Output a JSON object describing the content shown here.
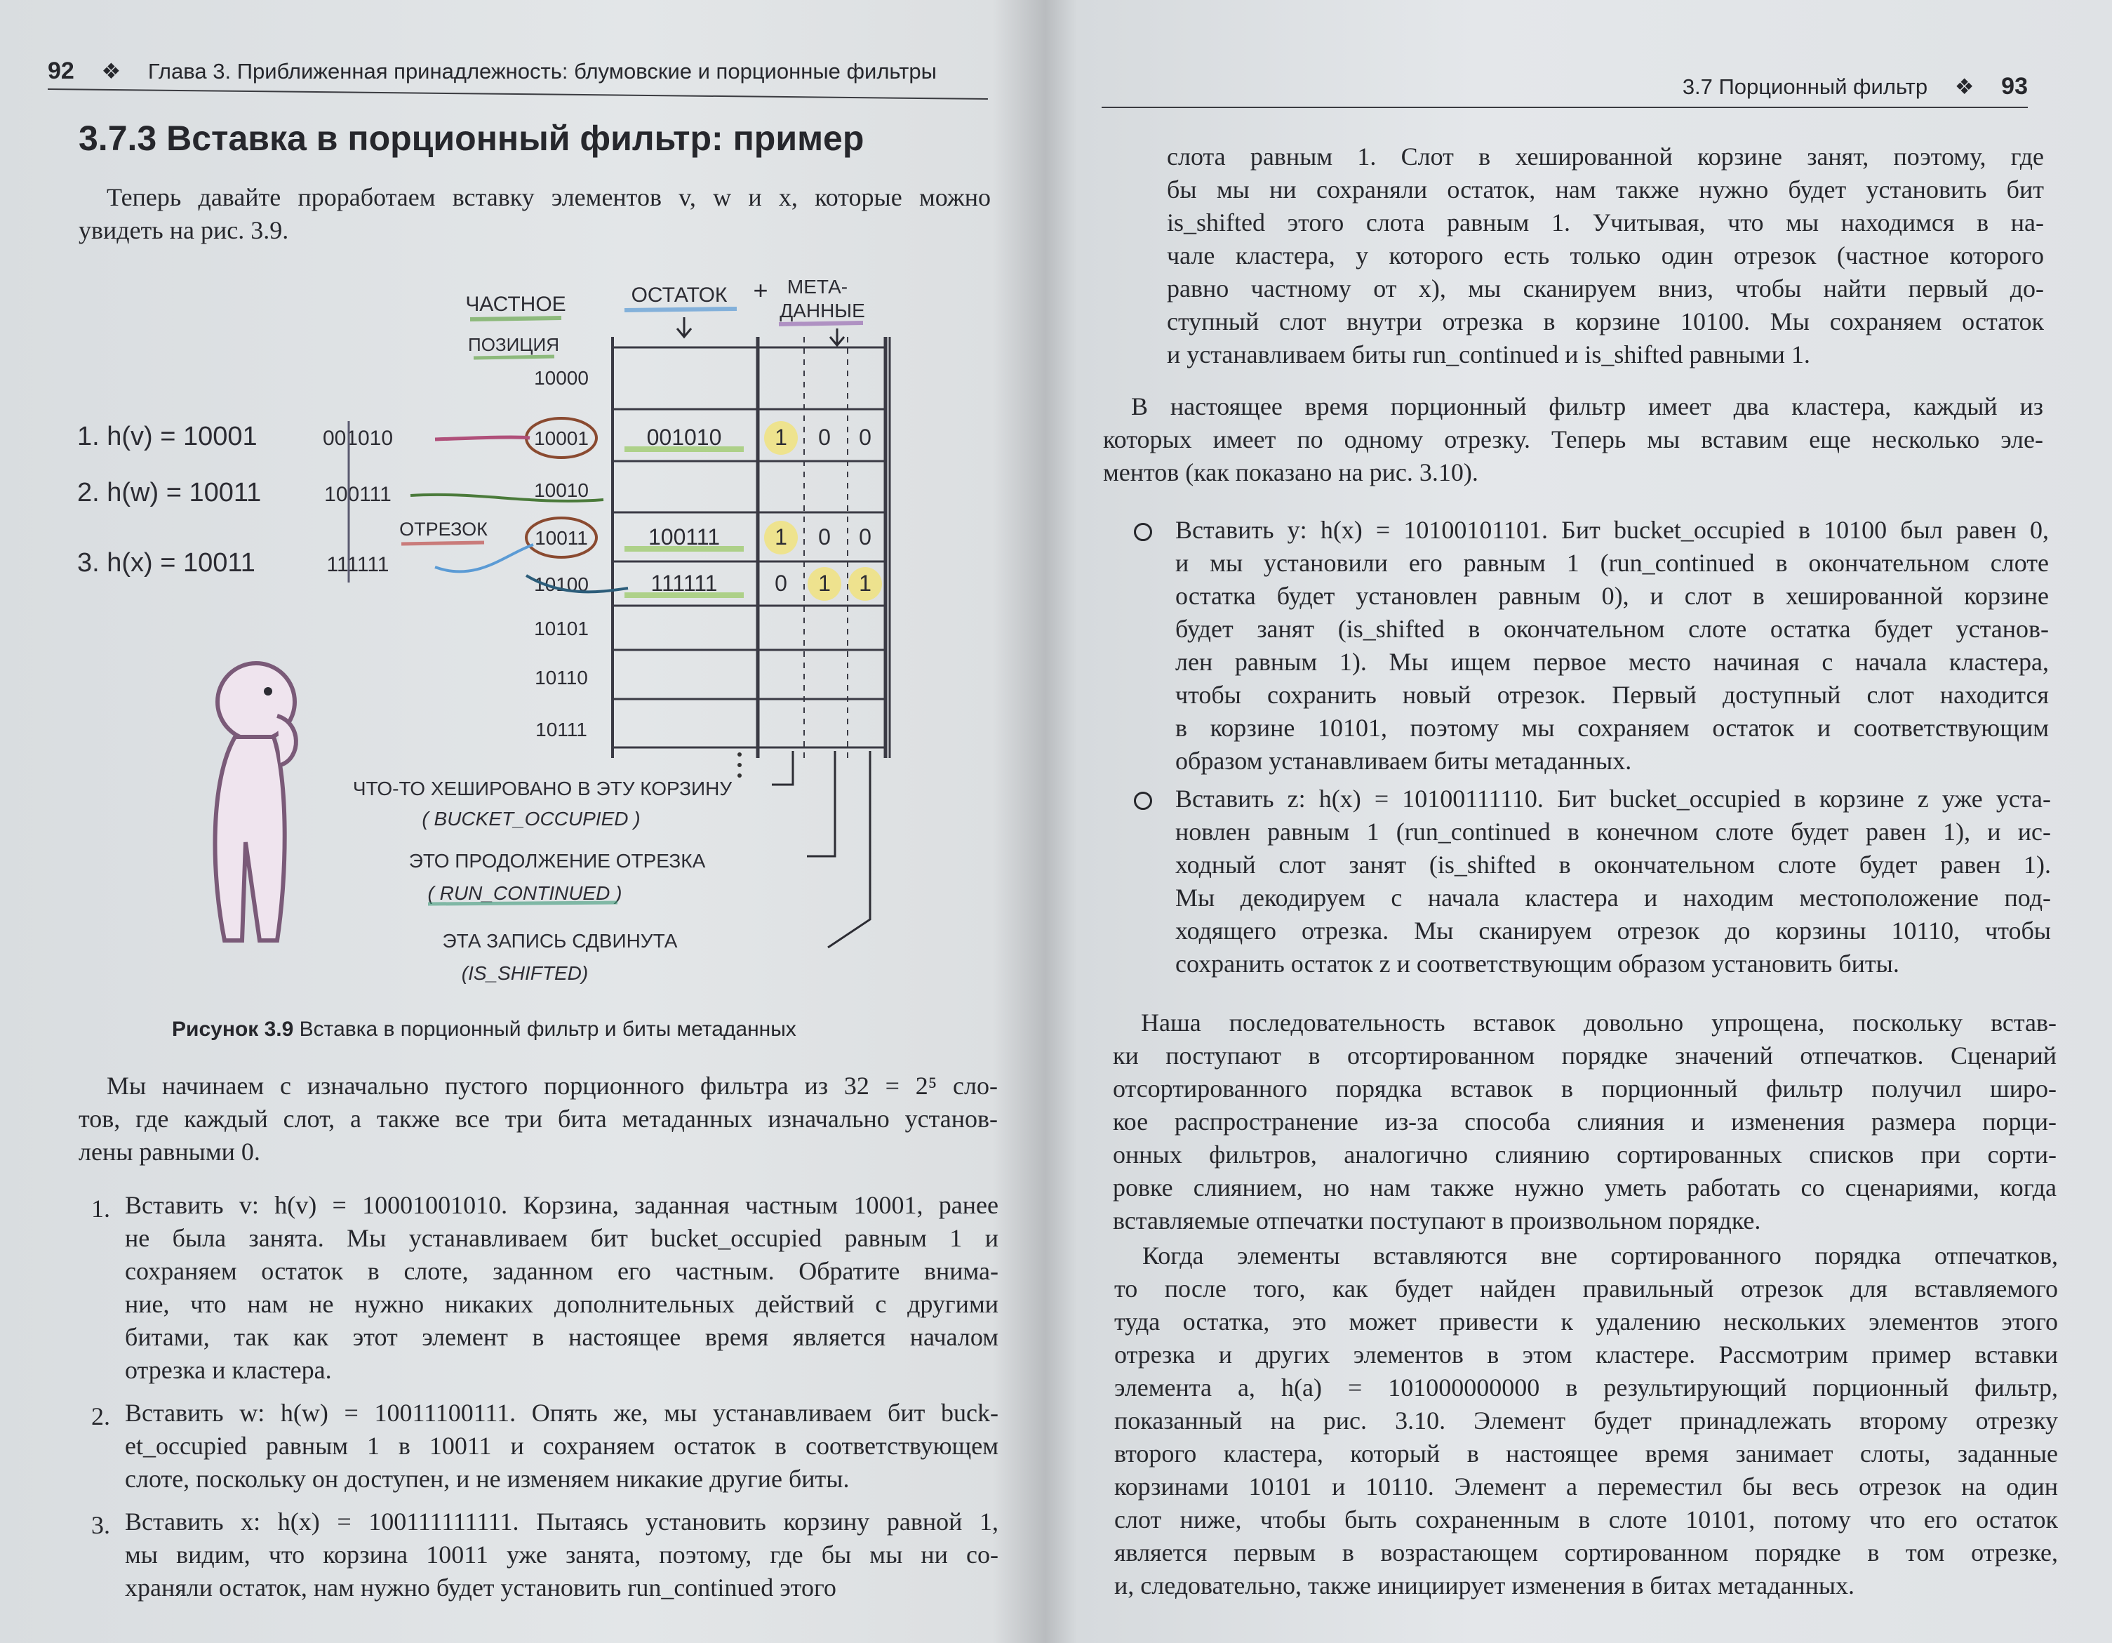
{
  "left_page": {
    "page_number": "92",
    "header_ornament": "❖",
    "header_title": "Глава 3. Приближенная принадлежность: блумовские и порционные фильтры",
    "section_heading": "3.7.3 Вставка в порционный фильтр: пример",
    "intro": [
      "Теперь давайте проработаем вставку элементов v, w и x, которые можно",
      "увидеть на рис. 3.9."
    ],
    "figure": {
      "col_quotient": "ЧАСТНОЕ",
      "col_position": "ПОЗИЦИЯ",
      "col_remainder": "ОСТАТОК",
      "plus": "+",
      "col_meta_1": "МЕТА-",
      "col_meta_2": "ДАННЫЕ",
      "slots": [
        "10000",
        "10001",
        "10010",
        "10011",
        "10100",
        "10101",
        "10110",
        "10111"
      ],
      "equations": [
        {
          "label": "1. h(v) = 10001",
          "remainder": "001010"
        },
        {
          "label": "2. h(w) = 10011",
          "remainder": "100111"
        },
        {
          "label": "3. h(x) = 10011",
          "remainder": "111111"
        }
      ],
      "run_label": "ОТРЕЗОК",
      "stored_remainders": [
        "001010",
        "100111",
        "111111"
      ],
      "meta_rows": [
        [
          "1",
          "0",
          "0"
        ],
        [
          "1",
          "0",
          "0"
        ],
        [
          "0",
          "1",
          "1"
        ]
      ],
      "note_1": "ЧТО-ТО ХЕШИРОВАНО В ЭТУ КОРЗИНУ",
      "note_1_code": "( BUCKET_OCCUPIED )",
      "note_2": "ЭТО ПРОДОЛЖЕНИЕ ОТРЕЗКА",
      "note_2_code": "( RUN_CONTINUED )",
      "note_3": "ЭТА ЗАПИСЬ СДВИНУТА",
      "note_3_code": "(IS_SHIFTED)"
    },
    "caption_label": "Рисунок 3.9",
    "caption_text": "Вставка в порционный фильтр и биты метаданных",
    "para1": [
      "Мы начинаем с изначально пустого порционного фильтра из 32 = 2⁵ сло-",
      "тов, где каждый слот, а также все три бита метаданных изначально установ-",
      "лены равными 0."
    ],
    "list": [
      {
        "marker": "1.",
        "lines": [
          "Вставить v: h(v) = 10001001010. Корзина, заданная частным 10001, ранее",
          "не была занята. Мы устанавливаем бит bucket_occupied равным 1 и",
          "сохраняем остаток в слоте, заданном его частным. Обратите внима-",
          "ние, что нам не нужно никаких дополнительных действий с другими",
          "битами, так как этот элемент в настоящее время является началом",
          "отрезка и кластера."
        ]
      },
      {
        "marker": "2.",
        "lines": [
          "Вставить w: h(w) = 10011100111. Опять же, мы устанавливаем бит buck-",
          "et_occupied равным 1 в 10011 и сохраняем остаток в соответствующем",
          "слоте, поскольку он доступен, и не изменяем никакие другие биты."
        ]
      },
      {
        "marker": "3.",
        "lines": [
          "Вставить x: h(x) = 100111111111. Пытаясь установить корзину равной 1,",
          "мы видим, что корзина 10011 уже занята, поэтому, где бы мы ни со-",
          "храняли остаток, нам нужно будет установить run_continued этого"
        ]
      }
    ]
  },
  "right_page": {
    "header_title": "3.7 Порционный фильтр",
    "header_ornament": "❖",
    "page_number": "93",
    "continuation": [
      "слота равным 1. Слот в хешированной корзине занят, поэтому, где",
      "бы мы ни сохраняли остаток, нам также нужно будет установить бит",
      "is_shifted этого слота равным 1. Учитывая, что мы находимся в на-",
      "чале кластера, у которого есть только один отрезок (частное которого",
      "равно частному от x), мы сканируем вниз, чтобы найти первый до-",
      "ступный слот внутри отрезка в корзине 10100. Мы сохраняем остаток",
      "и устанавливаем биты run_continued и is_shifted равными 1."
    ],
    "para2": [
      "В настоящее время порционный фильтр имеет два кластера, каждый из",
      "которых имеет по одному отрезку. Теперь мы вставим еще несколько эле-",
      "ментов (как показано на рис. 3.10)."
    ],
    "bullets": [
      [
        "Вставить y: h(x) = 10100101101. Бит bucket_occupied в 10100 был равен 0,",
        "и мы установили его равным 1 (run_continued в окончательном слоте",
        "остатка будет установлен равным 0), и слот в хешированной корзине",
        "будет занят (is_shifted в окончательном слоте остатка будет установ-",
        "лен равным 1). Мы ищем первое место начиная с начала кластера,",
        "чтобы сохранить новый отрезок. Первый доступный слот находится",
        "в корзине 10101, поэтому мы сохраняем остаток и соответствующим",
        "образом устанавливаем биты метаданных."
      ],
      [
        "Вставить z: h(x) = 10100111110. Бит bucket_occupied в корзине z уже уста-",
        "новлен равным 1 (run_continued в конечном слоте будет равен 1), и ис-",
        "ходный слот занят (is_shifted в окончательном слоте будет равен 1).",
        "Мы декодируем с начала кластера и находим местоположение под-",
        "ходящего отрезка. Мы сканируем отрезок до корзины 10110, чтобы",
        "сохранить остаток z и соответствующим образом установить биты."
      ]
    ],
    "para3": [
      "Наша последовательность вставок довольно упрощена, поскольку встав-",
      "ки поступают в отсортированном порядке значений отпечатков. Сценарий",
      "отсортированного порядка вставок в порционный фильтр получил широ-",
      "кое распространение из-за способа слияния и изменения размера порци-",
      "онных фильтров, аналогично слиянию сортированных списков при сорти-",
      "ровке слиянием, но нам также нужно уметь работать со сценариями, когда",
      "вставляемые отпечатки поступают в произвольном порядке."
    ],
    "para4": [
      "Когда элементы вставляются вне сортированного порядка отпечатков,",
      "то после того, как будет найден правильный отрезок для вставляемого",
      "туда остатка, это может привести к удалению нескольких элементов этого",
      "отрезка и других элементов в этом кластере. Рассмотрим пример вставки",
      "элемента a, h(a) = 101000000000 в результирующий порционный фильтр,",
      "показанный на рис. 3.10. Элемент будет принадлежать второму отрезку",
      "второго кластера, который в настоящее время занимает слоты, заданные",
      "корзинами 10101 и 10110. Элемент a переместил бы весь отрезок на один",
      "слот ниже, чтобы быть сохраненным в слоте 10101, потому что его остаток",
      "является первым в возрастающем сортированном порядке в том отрезке,",
      "и, следовательно, также инициирует изменения в битах метаданных."
    ]
  }
}
